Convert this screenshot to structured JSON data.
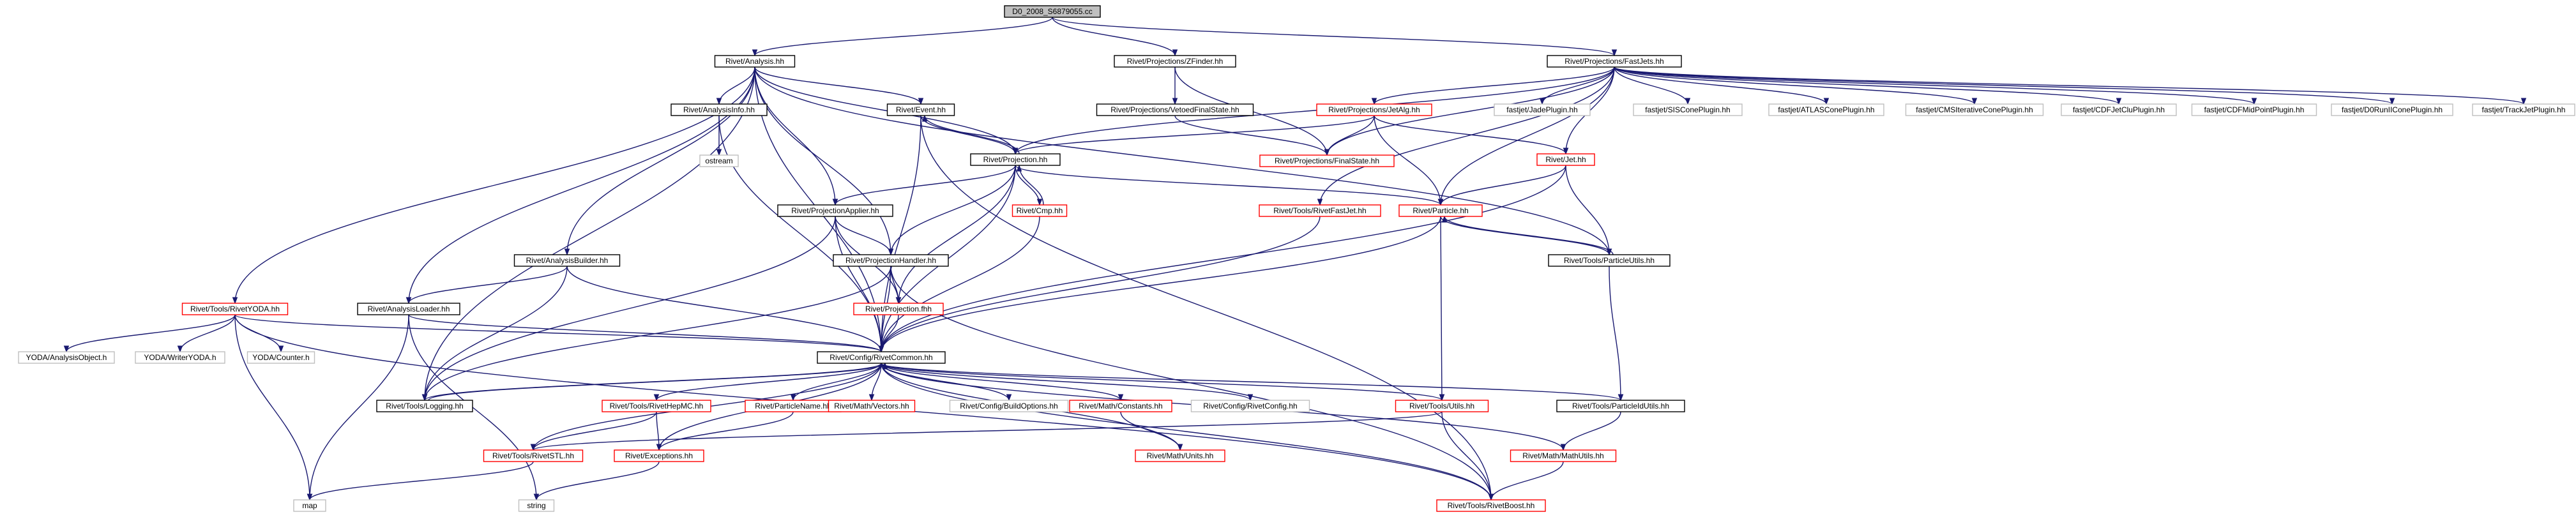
{
  "colors": {
    "edge": "#191970",
    "root_fill": "#bfbfbf",
    "border_black": "#000000",
    "border_red": "#ff0000",
    "border_gray": "#bfbfbf",
    "fill": "#ffffff"
  },
  "nodes": [
    {
      "id": "root",
      "label": "D0_2008_S6879055.cc",
      "kind": "root"
    },
    {
      "id": "analysis",
      "label": "Rivet/Analysis.hh",
      "kind": "black"
    },
    {
      "id": "zfinder",
      "label": "Rivet/Projections/ZFinder.hh",
      "kind": "black"
    },
    {
      "id": "fastjets",
      "label": "Rivet/Projections/FastJets.hh",
      "kind": "black"
    },
    {
      "id": "analysisinfo",
      "label": "Rivet/AnalysisInfo.hh",
      "kind": "black"
    },
    {
      "id": "ostream",
      "label": "ostream",
      "kind": "gray"
    },
    {
      "id": "event",
      "label": "Rivet/Event.hh",
      "kind": "black"
    },
    {
      "id": "vetoedfs",
      "label": "Rivet/Projections/VetoedFinalState.hh",
      "kind": "black"
    },
    {
      "id": "jetalg",
      "label": "Rivet/Projections/JetAlg.hh",
      "kind": "red"
    },
    {
      "id": "jadeplugin",
      "label": "fastjet/JadePlugin.hh",
      "kind": "gray"
    },
    {
      "id": "siscone",
      "label": "fastjet/SISConePlugin.hh",
      "kind": "gray"
    },
    {
      "id": "atlascone",
      "label": "fastjet/ATLASConePlugin.hh",
      "kind": "gray"
    },
    {
      "id": "cmsitcone",
      "label": "fastjet/CMSIterativeConePlugin.hh",
      "kind": "gray"
    },
    {
      "id": "cdfjetclu",
      "label": "fastjet/CDFJetCluPlugin.hh",
      "kind": "gray"
    },
    {
      "id": "cdfmidpoint",
      "label": "fastjet/CDFMidPointPlugin.hh",
      "kind": "gray"
    },
    {
      "id": "d0runii",
      "label": "fastjet/D0RunIIConePlugin.hh",
      "kind": "gray"
    },
    {
      "id": "trackjet",
      "label": "fastjet/TrackJetPlugin.hh",
      "kind": "gray"
    },
    {
      "id": "projection",
      "label": "Rivet/Projection.hh",
      "kind": "black"
    },
    {
      "id": "finalstate",
      "label": "Rivet/Projections/FinalState.hh",
      "kind": "red"
    },
    {
      "id": "jet",
      "label": "Rivet/Jet.hh",
      "kind": "red"
    },
    {
      "id": "projapplier",
      "label": "Rivet/ProjectionApplier.hh",
      "kind": "black"
    },
    {
      "id": "cmp",
      "label": "Rivet/Cmp.hh",
      "kind": "red"
    },
    {
      "id": "rivetfastjet",
      "label": "Rivet/Tools/RivetFastJet.hh",
      "kind": "red"
    },
    {
      "id": "particle",
      "label": "Rivet/Particle.hh",
      "kind": "red"
    },
    {
      "id": "analysisbuilder",
      "label": "Rivet/AnalysisBuilder.hh",
      "kind": "black"
    },
    {
      "id": "projhandler",
      "label": "Rivet/ProjectionHandler.hh",
      "kind": "black"
    },
    {
      "id": "particleutils",
      "label": "Rivet/Tools/ParticleUtils.hh",
      "kind": "black"
    },
    {
      "id": "rivetyoda",
      "label": "Rivet/Tools/RivetYODA.hh",
      "kind": "red"
    },
    {
      "id": "analysisloader",
      "label": "Rivet/AnalysisLoader.hh",
      "kind": "black"
    },
    {
      "id": "projectionfh",
      "label": "Rivet/Projection.fhh",
      "kind": "red"
    },
    {
      "id": "yodaao",
      "label": "YODA/AnalysisObject.h",
      "kind": "gray"
    },
    {
      "id": "yodawriter",
      "label": "YODA/WriterYODA.h",
      "kind": "gray"
    },
    {
      "id": "yodacounter",
      "label": "YODA/Counter.h",
      "kind": "gray"
    },
    {
      "id": "rivetcommon",
      "label": "Rivet/Config/RivetCommon.hh",
      "kind": "black"
    },
    {
      "id": "logging",
      "label": "Rivet/Tools/Logging.hh",
      "kind": "black"
    },
    {
      "id": "rivethepmc",
      "label": "Rivet/Tools/RivetHepMC.hh",
      "kind": "red"
    },
    {
      "id": "particlename",
      "label": "Rivet/ParticleName.hh",
      "kind": "red"
    },
    {
      "id": "vectors",
      "label": "Rivet/Math/Vectors.hh",
      "kind": "red"
    },
    {
      "id": "buildoptions",
      "label": "Rivet/Config/BuildOptions.hh",
      "kind": "gray"
    },
    {
      "id": "mathconstants",
      "label": "Rivet/Math/Constants.hh",
      "kind": "red"
    },
    {
      "id": "rivetconfig",
      "label": "Rivet/Config/RivetConfig.hh",
      "kind": "gray"
    },
    {
      "id": "utils",
      "label": "Rivet/Tools/Utils.hh",
      "kind": "red"
    },
    {
      "id": "particleidutils",
      "label": "Rivet/Tools/ParticleIdUtils.hh",
      "kind": "black"
    },
    {
      "id": "rivetstl",
      "label": "Rivet/Tools/RivetSTL.hh",
      "kind": "red"
    },
    {
      "id": "exceptions",
      "label": "Rivet/Exceptions.hh",
      "kind": "red"
    },
    {
      "id": "mathunits",
      "label": "Rivet/Math/Units.hh",
      "kind": "red"
    },
    {
      "id": "mathutils",
      "label": "Rivet/Math/MathUtils.hh",
      "kind": "red"
    },
    {
      "id": "map",
      "label": "map",
      "kind": "gray"
    },
    {
      "id": "string",
      "label": "string",
      "kind": "gray"
    },
    {
      "id": "rivetboost",
      "label": "Rivet/Tools/RivetBoost.hh",
      "kind": "red"
    }
  ],
  "edges": [
    [
      "root",
      "analysis"
    ],
    [
      "root",
      "zfinder"
    ],
    [
      "root",
      "fastjets"
    ],
    [
      "analysis",
      "analysisinfo"
    ],
    [
      "analysis",
      "event"
    ],
    [
      "analysis",
      "projection"
    ],
    [
      "analysis",
      "projapplier"
    ],
    [
      "analysis",
      "projhandler"
    ],
    [
      "analysis",
      "analysisbuilder"
    ],
    [
      "analysis",
      "analysisloader"
    ],
    [
      "analysis",
      "rivetyoda"
    ],
    [
      "analysis",
      "rivetcommon"
    ],
    [
      "analysis",
      "logging"
    ],
    [
      "analysis",
      "particleutils"
    ],
    [
      "zfinder",
      "vetoedfs"
    ],
    [
      "zfinder",
      "finalstate"
    ],
    [
      "fastjets",
      "jetalg"
    ],
    [
      "fastjets",
      "finalstate"
    ],
    [
      "fastjets",
      "projection"
    ],
    [
      "fastjets",
      "jet"
    ],
    [
      "fastjets",
      "particle"
    ],
    [
      "fastjets",
      "rivetfastjet"
    ],
    [
      "fastjets",
      "jadeplugin"
    ],
    [
      "fastjets",
      "siscone"
    ],
    [
      "fastjets",
      "atlascone"
    ],
    [
      "fastjets",
      "cmsitcone"
    ],
    [
      "fastjets",
      "cdfjetclu"
    ],
    [
      "fastjets",
      "cdfmidpoint"
    ],
    [
      "fastjets",
      "d0runii"
    ],
    [
      "fastjets",
      "trackjet"
    ],
    [
      "analysisinfo",
      "ostream"
    ],
    [
      "analysisinfo",
      "rivetcommon"
    ],
    [
      "event",
      "projection"
    ],
    [
      "event",
      "rivetcommon"
    ],
    [
      "event",
      "rivetboost"
    ],
    [
      "vetoedfs",
      "finalstate"
    ],
    [
      "jetalg",
      "projection"
    ],
    [
      "jetalg",
      "finalstate"
    ],
    [
      "jetalg",
      "jet"
    ],
    [
      "jetalg",
      "particle"
    ],
    [
      "projection",
      "event"
    ],
    [
      "projection",
      "projapplier"
    ],
    [
      "projection",
      "projhandler"
    ],
    [
      "projection",
      "cmp"
    ],
    [
      "projection",
      "particle"
    ],
    [
      "projection",
      "rivetcommon"
    ],
    [
      "projection",
      "projectionfh"
    ],
    [
      "jet",
      "particle"
    ],
    [
      "jet",
      "particleutils"
    ],
    [
      "jet",
      "rivetcommon"
    ],
    [
      "projapplier",
      "projhandler"
    ],
    [
      "projapplier",
      "projectionfh"
    ],
    [
      "projapplier",
      "rivetcommon"
    ],
    [
      "projapplier",
      "logging"
    ],
    [
      "cmp",
      "projection"
    ],
    [
      "cmp",
      "rivetcommon"
    ],
    [
      "rivetfastjet",
      "rivetcommon"
    ],
    [
      "particle",
      "particleutils"
    ],
    [
      "particle",
      "rivetcommon"
    ],
    [
      "particle",
      "utils"
    ],
    [
      "analysisbuilder",
      "analysisloader"
    ],
    [
      "analysisbuilder",
      "rivetcommon"
    ],
    [
      "analysisbuilder",
      "logging"
    ],
    [
      "projhandler",
      "projectionfh"
    ],
    [
      "projhandler",
      "rivetcommon"
    ],
    [
      "projhandler",
      "logging"
    ],
    [
      "projhandler",
      "rivetboost"
    ],
    [
      "particleutils",
      "particle"
    ],
    [
      "particleutils",
      "particleidutils"
    ],
    [
      "rivetyoda",
      "yodaao"
    ],
    [
      "rivetyoda",
      "yodawriter"
    ],
    [
      "rivetyoda",
      "yodacounter"
    ],
    [
      "rivetyoda",
      "rivetcommon"
    ],
    [
      "rivetyoda",
      "map"
    ],
    [
      "rivetyoda",
      "rivetboost"
    ],
    [
      "analysisloader",
      "rivetcommon"
    ],
    [
      "analysisloader",
      "map"
    ],
    [
      "analysisloader",
      "string"
    ],
    [
      "projectionfh",
      "rivetcommon"
    ],
    [
      "rivetcommon",
      "logging"
    ],
    [
      "rivetcommon",
      "rivetstl"
    ],
    [
      "rivetcommon",
      "rivethepmc"
    ],
    [
      "rivetcommon",
      "exceptions"
    ],
    [
      "rivetcommon",
      "particlename"
    ],
    [
      "rivetcommon",
      "vectors"
    ],
    [
      "rivetcommon",
      "buildoptions"
    ],
    [
      "rivetcommon",
      "mathconstants"
    ],
    [
      "rivetcommon",
      "rivetconfig"
    ],
    [
      "rivetcommon",
      "utils"
    ],
    [
      "rivetcommon",
      "particleidutils"
    ],
    [
      "rivetcommon",
      "mathunits"
    ],
    [
      "rivetcommon",
      "mathutils"
    ],
    [
      "rivetcommon",
      "rivetboost"
    ],
    [
      "logging",
      "rivetcommon"
    ],
    [
      "rivethepmc",
      "rivetstl"
    ],
    [
      "rivethepmc",
      "exceptions"
    ],
    [
      "particlename",
      "exceptions"
    ],
    [
      "mathconstants",
      "mathunits"
    ],
    [
      "utils",
      "rivetstl"
    ],
    [
      "utils",
      "rivetboost"
    ],
    [
      "particleidutils",
      "mathutils"
    ],
    [
      "rivetstl",
      "map"
    ],
    [
      "exceptions",
      "string"
    ],
    [
      "mathutils",
      "rivetboost"
    ]
  ]
}
